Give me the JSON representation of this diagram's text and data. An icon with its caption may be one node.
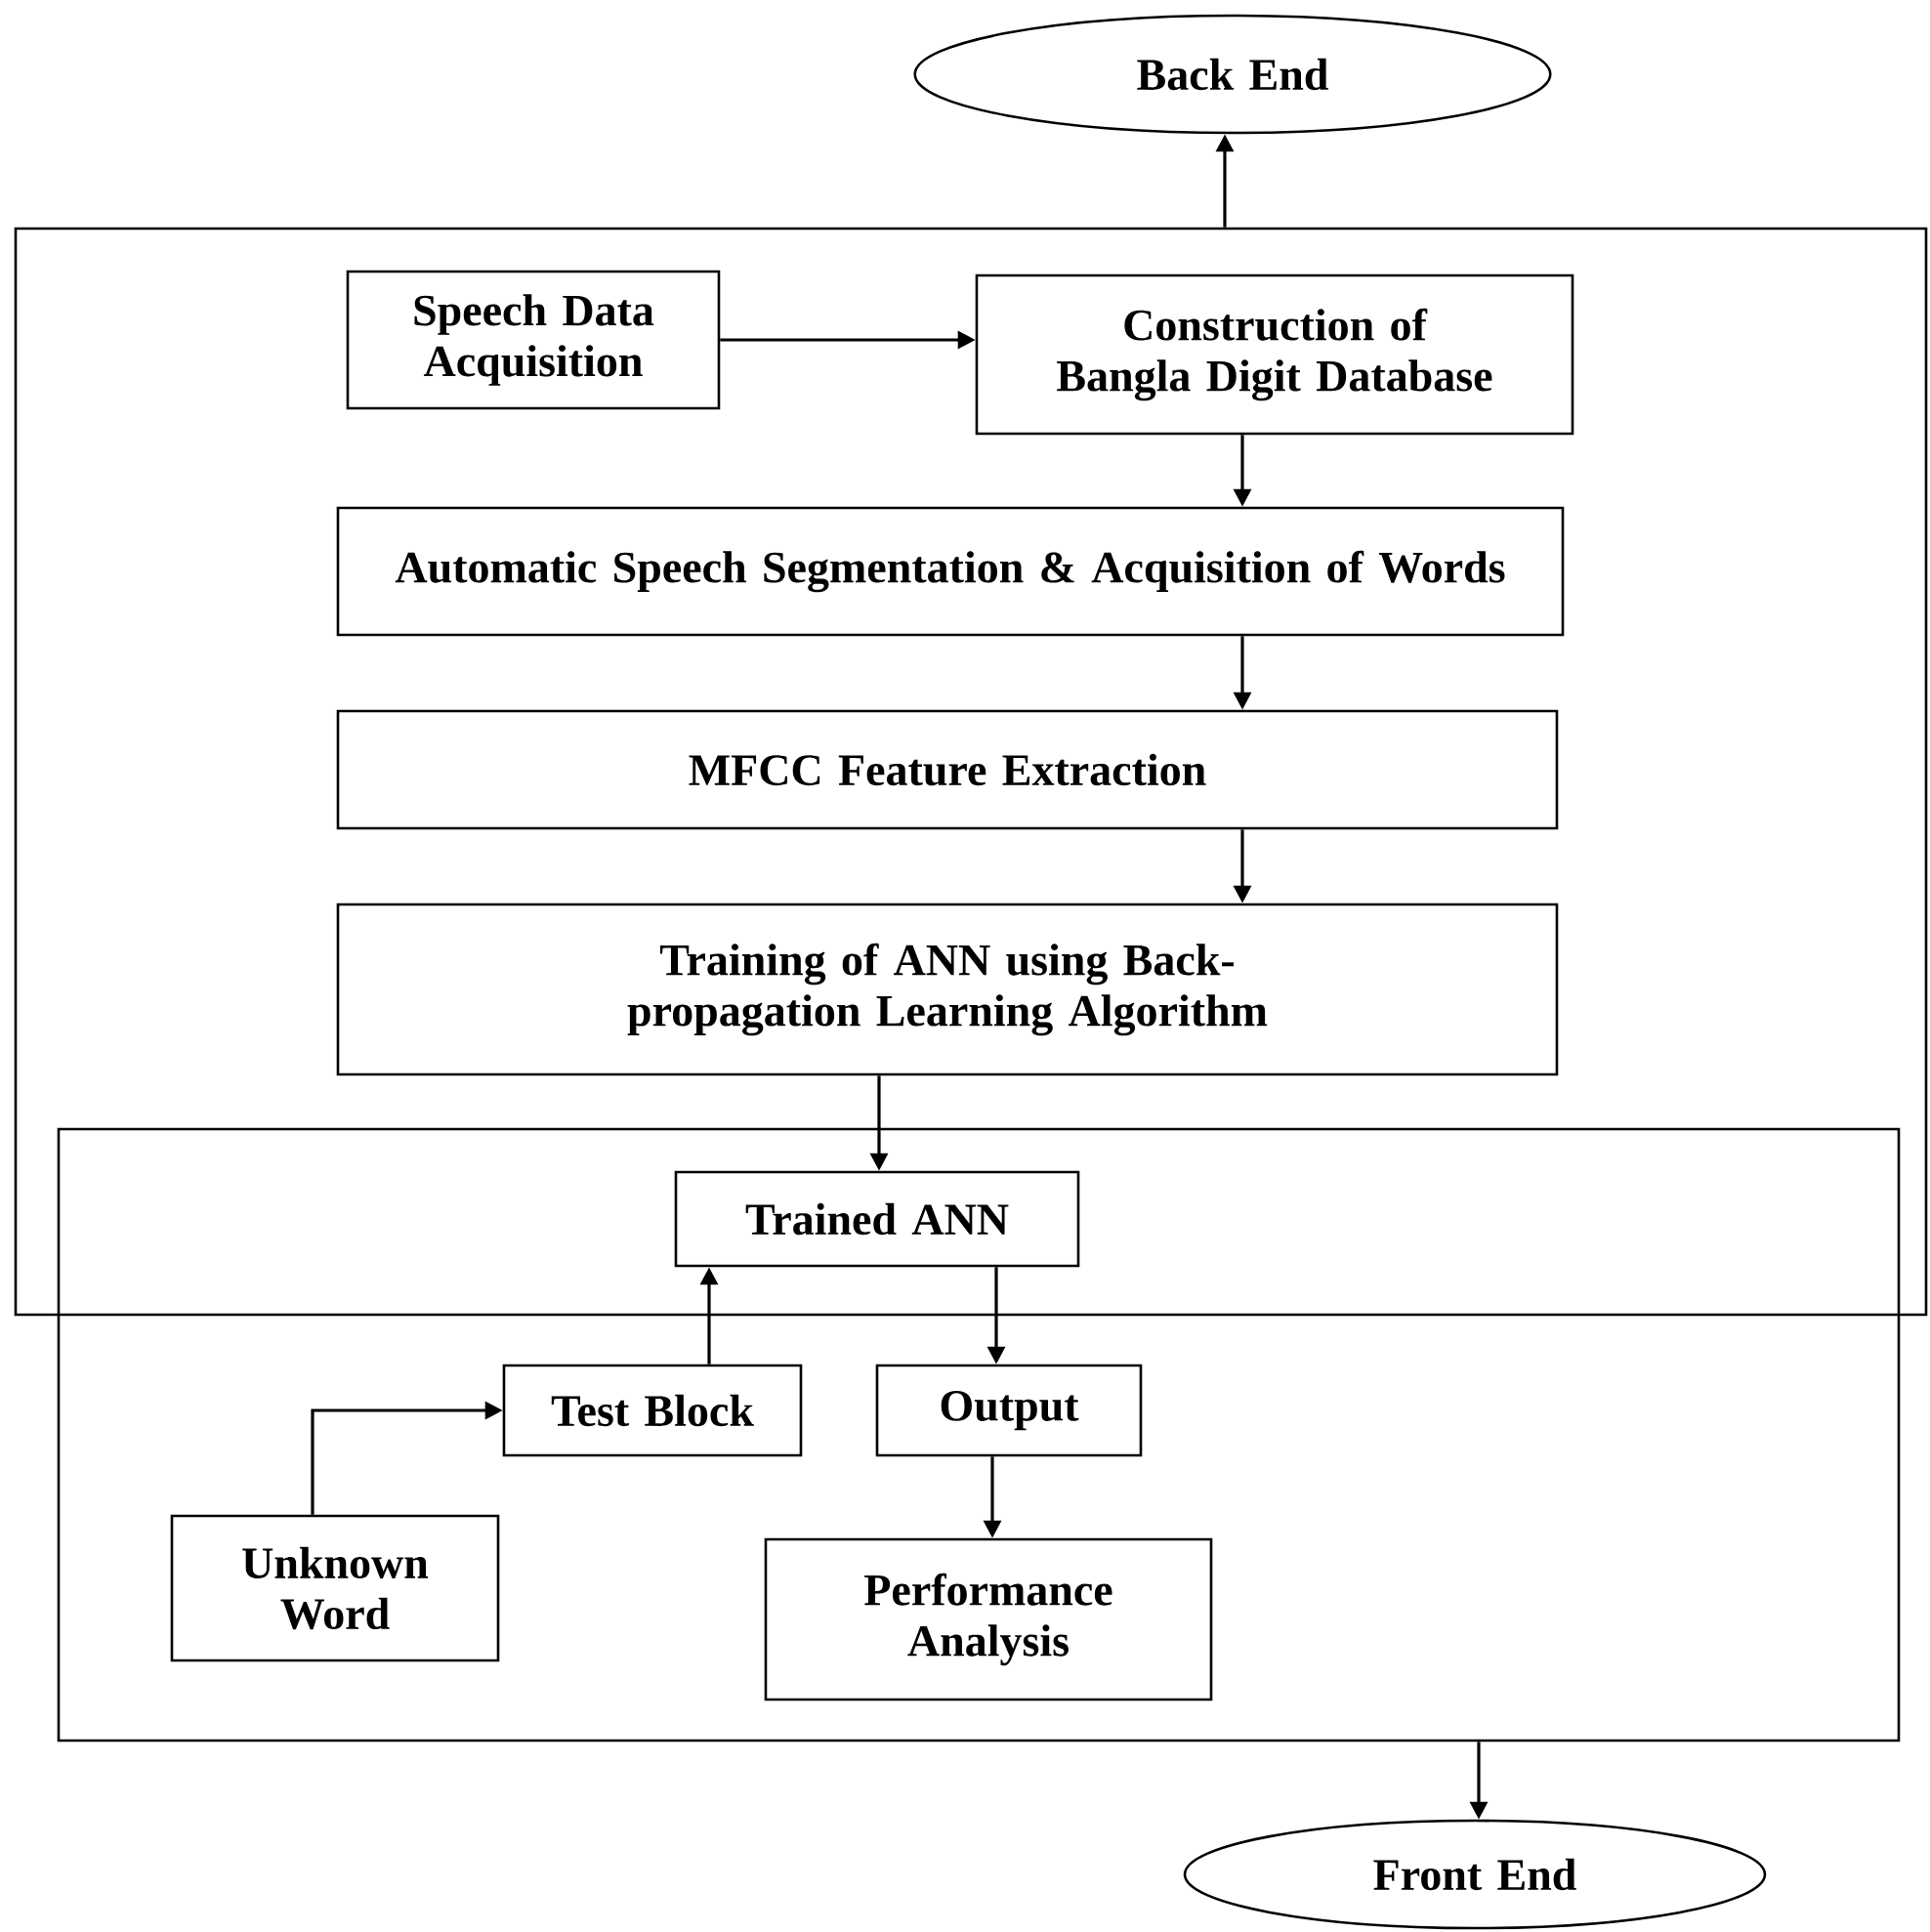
{
  "diagram": {
    "nodes": [
      {
        "text": [
          "Back End"
        ]
      },
      {
        "text": [],
        "shape": "box"
      },
      {
        "text": [],
        "shape": "box"
      },
      {
        "text": [
          "Speech Data Acquisition"
        ],
        "in": 1
      },
      {
        "text": [
          "Construction of Bangla Digit Database"
        ],
        "in": 1
      },
      {
        "text": [
          "Automatic Speech Segmentation & Acquisition of Words"
        ],
        "in": 1
      },
      {
        "text": [
          "MFCC Feature Extraction"
        ],
        "in": 1
      },
      {
        "text": [
          "Training of ANN using Back-propagation Learning Algorithm"
        ],
        "in": 1
      },
      {
        "text": [
          "Trained ANN"
        ]
      },
      {
        "text": [
          "Test Block"
        ],
        "in": 2
      },
      {
        "text": [
          "Output"
        ],
        "in": 2
      },
      {
        "text": [
          "Unknown Word"
        ],
        "in": 2
      },
      {
        "text": [
          "Performance Analysis"
        ],
        "in": 2
      },
      {
        "text": [
          "Front End"
        ]
      }
    ],
    "edges": [
      {
        "from": 1,
        "to": 0,
        "arrow": "to"
      },
      {
        "from": 3,
        "to": 4,
        "arrow": "to"
      },
      {
        "from": 4,
        "to": 5,
        "arrow": "to"
      },
      {
        "from": 5,
        "to": 6,
        "arrow": "to"
      },
      {
        "from": 6,
        "to": 7,
        "arrow": "to"
      },
      {
        "from": 7,
        "to": 8,
        "arrow": "to"
      },
      {
        "from": 11,
        "to": 9,
        "arrow": "to"
      },
      {
        "from": 9,
        "to": 8,
        "arrow": "to"
      },
      {
        "from": 8,
        "to": 10,
        "arrow": "to"
      },
      {
        "from": 10,
        "to": 12,
        "arrow": "to"
      },
      {
        "from": 2,
        "to": 13,
        "arrow": "to"
      }
    ]
  }
}
